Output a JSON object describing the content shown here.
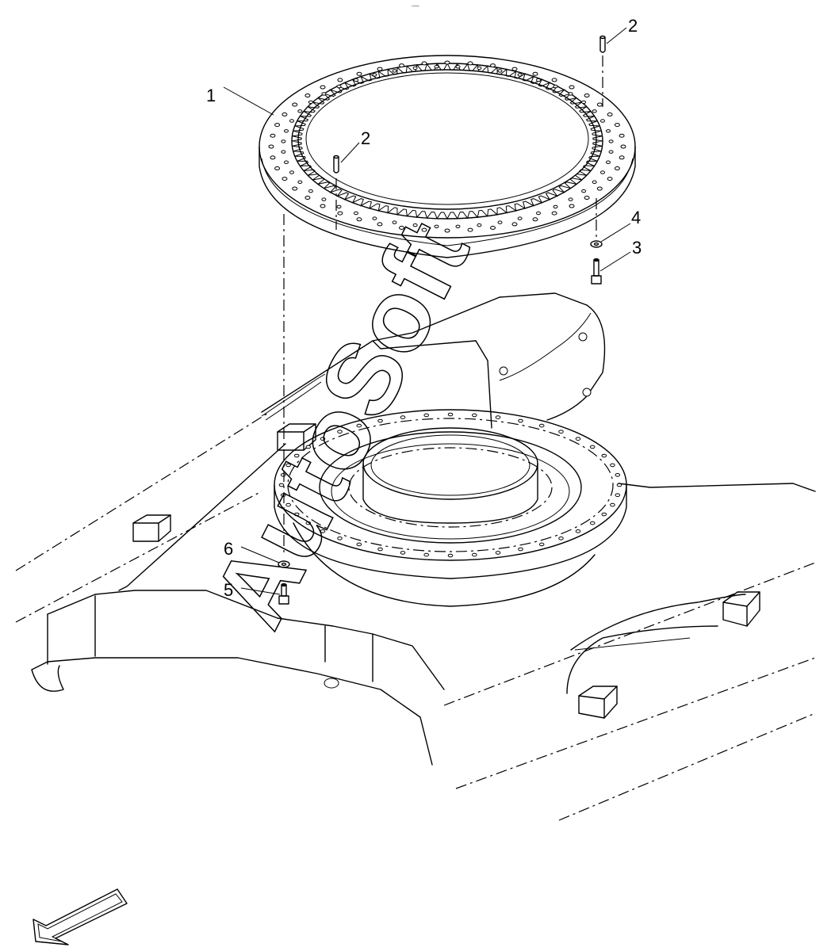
{
  "watermark": "AutoSoft",
  "top_mark": "·—",
  "callouts": [
    {
      "id": "part-1",
      "label": "1"
    },
    {
      "id": "part-2-upper",
      "label": "2"
    },
    {
      "id": "part-2-inner",
      "label": "2"
    },
    {
      "id": "part-4",
      "label": "4"
    },
    {
      "id": "part-3",
      "label": "3"
    },
    {
      "id": "part-6",
      "label": "6"
    },
    {
      "id": "part-5",
      "label": "5"
    }
  ],
  "icons": {
    "front_direction": "direction-arrow-icon"
  }
}
